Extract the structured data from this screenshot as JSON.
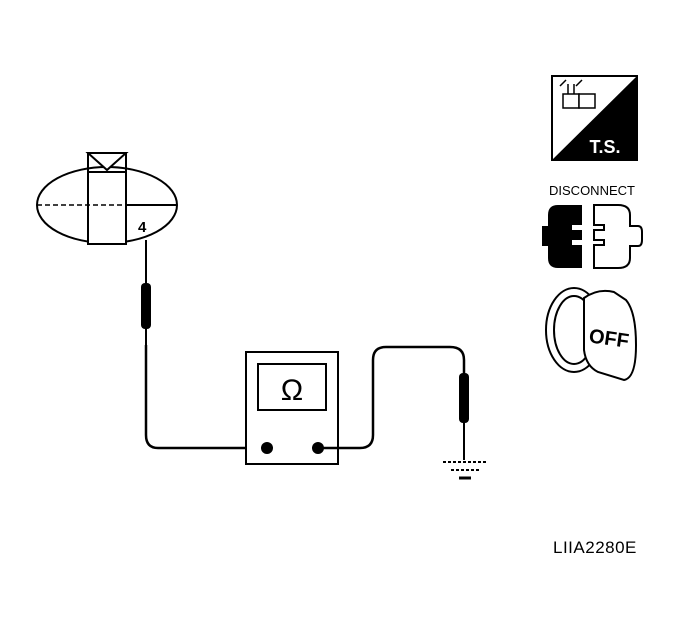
{
  "connector": {
    "pin_label": "4"
  },
  "meter": {
    "symbol": "Ω"
  },
  "icons": {
    "ts_label": "T.S.",
    "disconnect_label": "DISCONNECT",
    "off_label": "OFF"
  },
  "figure_code": "LIIA2280E"
}
